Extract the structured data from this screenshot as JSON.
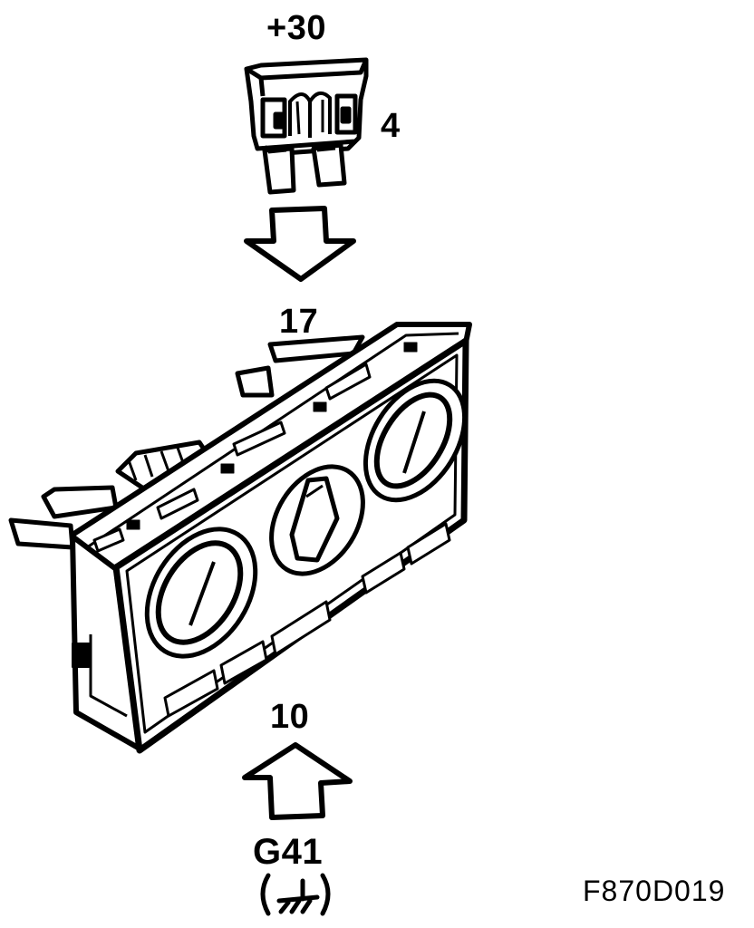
{
  "labels": {
    "supply": "+30",
    "fuse_number": "4",
    "input_pin": "17",
    "output_pin": "10",
    "ground_point": "G41",
    "figure_id": "F870D019"
  },
  "icons": {
    "fuse": "blade-fuse-icon",
    "arrow_down": "arrow-down-icon",
    "arrow_up": "arrow-up-icon",
    "ground": "chassis-ground-icon",
    "control_panel": "climate-control-panel"
  },
  "colors": {
    "ink": "#000000",
    "paper": "#ffffff"
  }
}
